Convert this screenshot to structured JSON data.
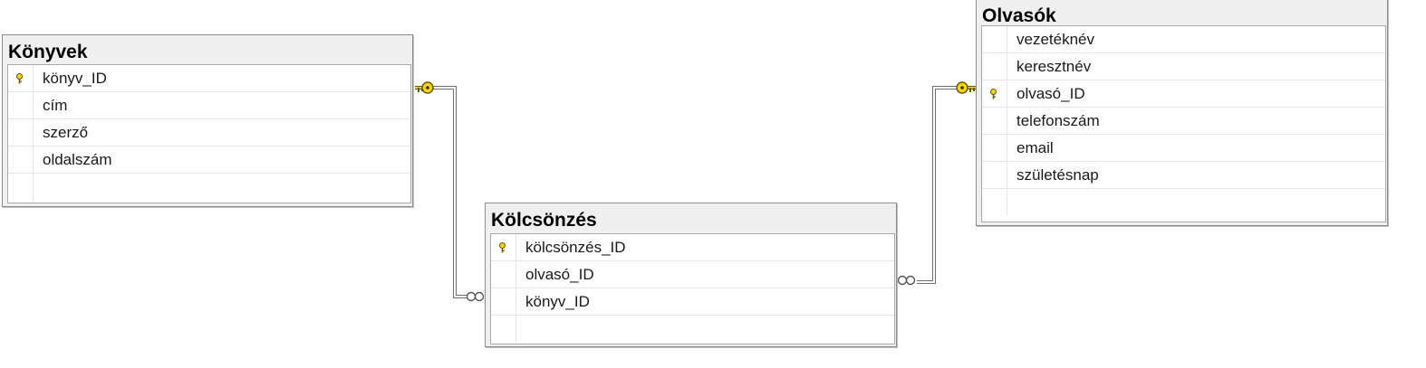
{
  "tables": {
    "konyvek": {
      "title": "Könyvek",
      "columns": [
        {
          "name": "könyv_ID",
          "primary_key": true
        },
        {
          "name": "cím",
          "primary_key": false
        },
        {
          "name": "szerző",
          "primary_key": false
        },
        {
          "name": "oldalszám",
          "primary_key": false
        }
      ]
    },
    "kolcsonzes": {
      "title": "Kölcsönzés",
      "columns": [
        {
          "name": "kölcsönzés_ID",
          "primary_key": true
        },
        {
          "name": "olvasó_ID",
          "primary_key": false
        },
        {
          "name": "könyv_ID",
          "primary_key": false
        }
      ]
    },
    "olvasok": {
      "title": "Olvasók",
      "columns": [
        {
          "name": "vezetéknév",
          "primary_key": false
        },
        {
          "name": "keresztnév",
          "primary_key": false
        },
        {
          "name": "olvasó_ID",
          "primary_key": true
        },
        {
          "name": "telefonszám",
          "primary_key": false
        },
        {
          "name": "email",
          "primary_key": false
        },
        {
          "name": "születésnap",
          "primary_key": false
        }
      ]
    }
  },
  "relationships": [
    {
      "one_side": "Könyvek",
      "many_side": "Kölcsönzés"
    },
    {
      "one_side": "Olvasók",
      "many_side": "Kölcsönzés"
    }
  ],
  "colors": {
    "key_icon": "#f2d516",
    "connector_line": "#6e6e6e",
    "title_bar": "#f0f0f0"
  }
}
